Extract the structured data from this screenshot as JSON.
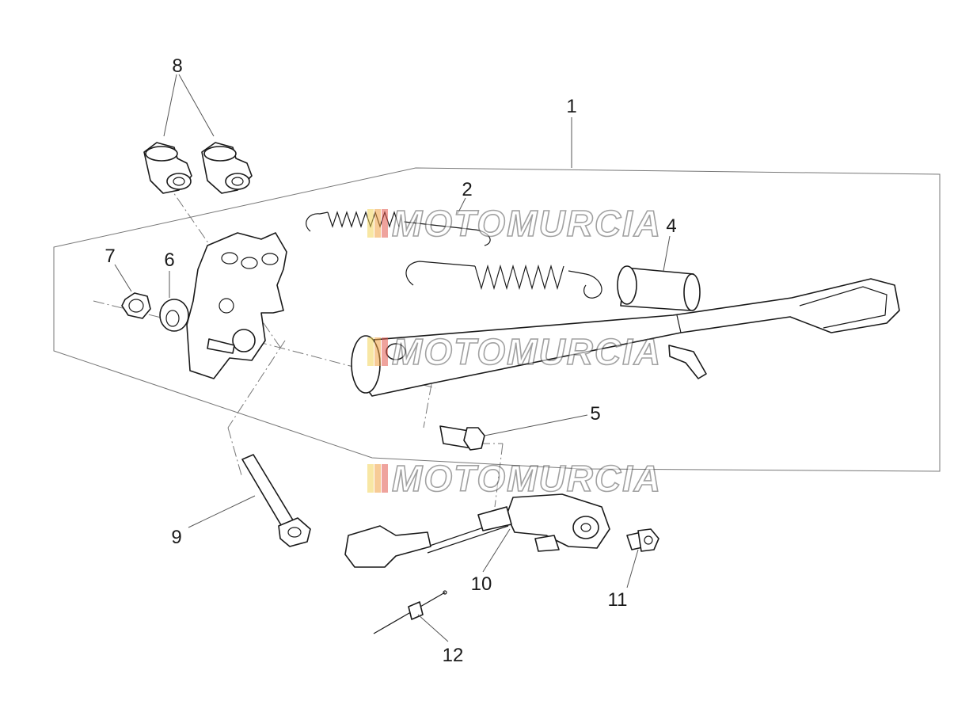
{
  "diagram": {
    "watermark": "MOTOMURCIA",
    "callouts": [
      {
        "id": "1",
        "text": "1"
      },
      {
        "id": "2",
        "text": "2"
      },
      {
        "id": "4",
        "text": "4"
      },
      {
        "id": "5",
        "text": "5"
      },
      {
        "id": "6",
        "text": "6"
      },
      {
        "id": "7",
        "text": "7"
      },
      {
        "id": "8",
        "text": "8"
      },
      {
        "id": "9",
        "text": "9"
      },
      {
        "id": "10",
        "text": "10"
      },
      {
        "id": "11",
        "text": "11"
      },
      {
        "id": "12",
        "text": "12"
      }
    ],
    "watermark_colors": [
      "#f2d35a",
      "#f0a040",
      "#e2574c",
      "#6fbf73"
    ]
  }
}
